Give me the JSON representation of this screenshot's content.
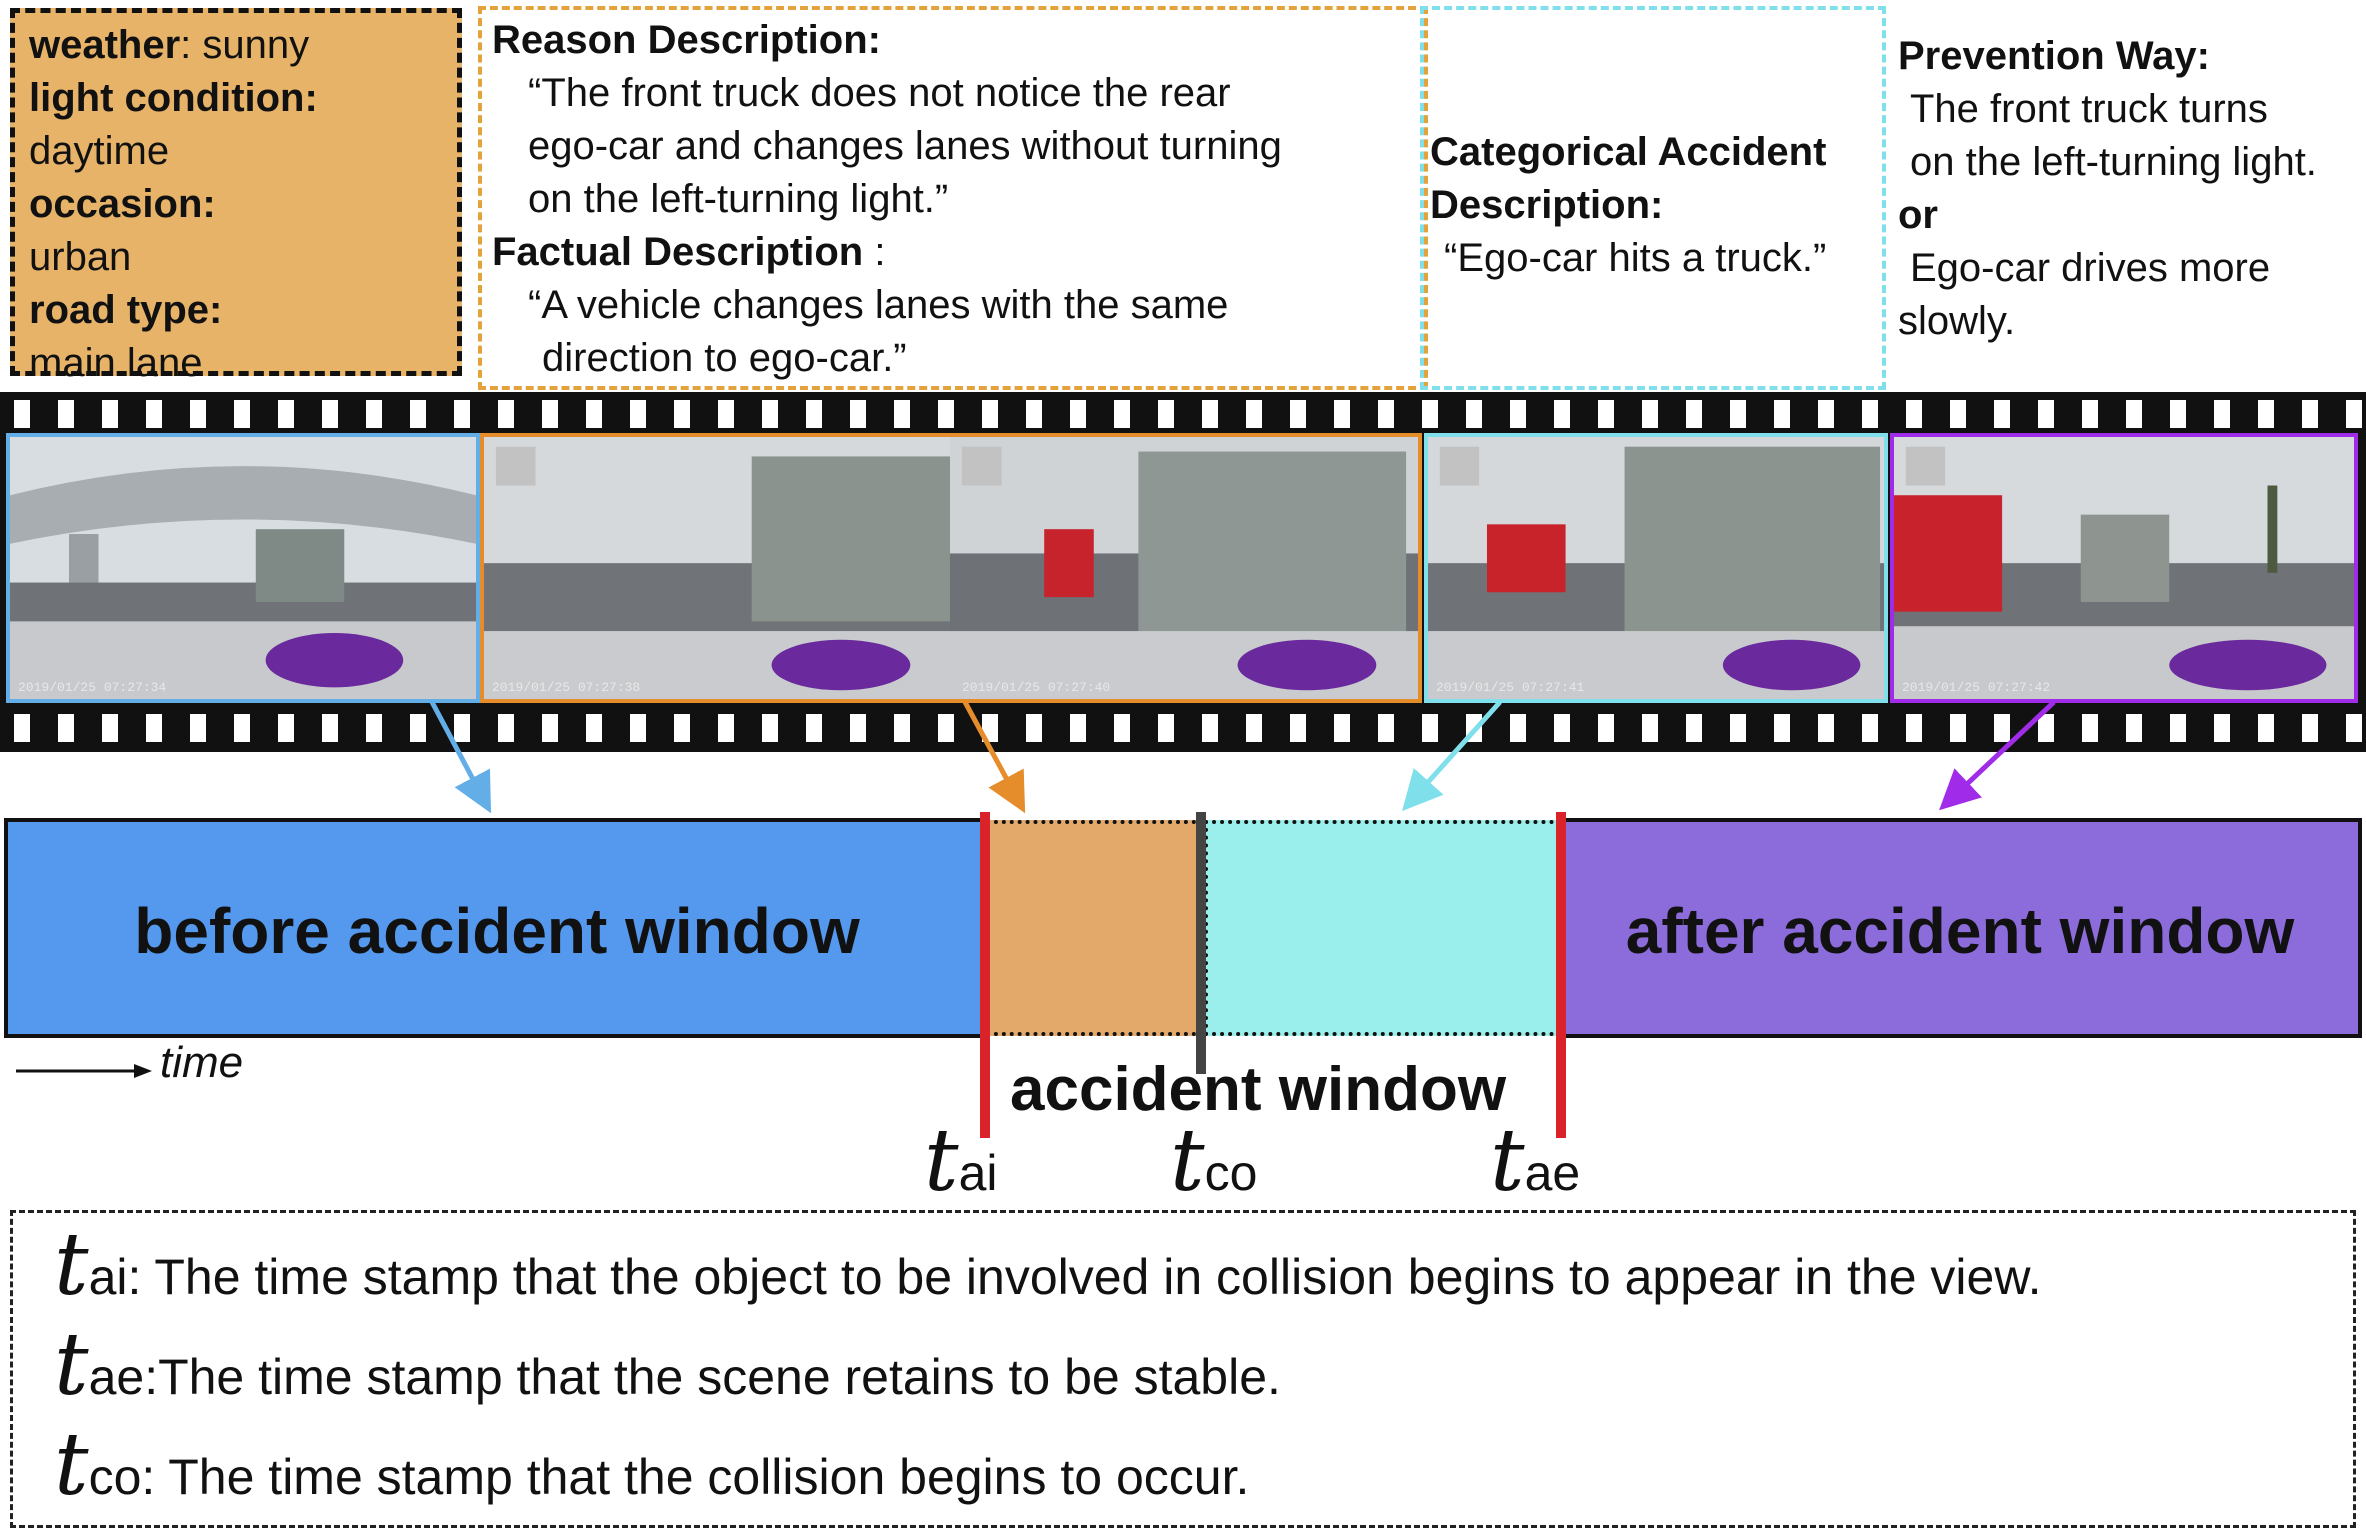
{
  "environment": {
    "weather_key": "weather",
    "weather_val": ": sunny",
    "light_key": "light condition:",
    "light_val": "daytime",
    "occasion_key": "occasion:",
    "occasion_val": "urban",
    "road_key": "road type:",
    "road_val": "main lane"
  },
  "reason": {
    "heading": "Reason Description:",
    "text_lines": [
      "“The front truck does not notice the rear",
      "ego-car and changes lanes without turning",
      "on the left-turning light.”"
    ],
    "factual_heading": "Factual Description",
    "factual_colon": ":",
    "factual_lines": [
      "“A vehicle changes lanes with the same",
      "direction to ego-car.”"
    ]
  },
  "categorical": {
    "heading_1": "Categorical Accident",
    "heading_2": "Description:",
    "text": "“Ego-car hits a truck.”"
  },
  "prevention": {
    "heading": "Prevention Way:",
    "line1": "The front truck turns",
    "line2": "on the left-turning light.",
    "or": "or",
    "line3": "Ego-car drives more",
    "line4": "slowly."
  },
  "frames": [
    {
      "timestamp": "2019/01/25  07:27:34"
    },
    {
      "timestamp": "2019/01/25  07:27:38"
    },
    {
      "timestamp": "2019/01/25  07:27:40"
    },
    {
      "timestamp": "2019/01/25  07:27:41"
    },
    {
      "timestamp": "2019/01/25  07:27:42"
    }
  ],
  "timeline": {
    "before_label": "before accident window",
    "after_label": "after accident window",
    "accident_label": "accident window",
    "time_label": "time",
    "t": "t",
    "t_ai": "ai",
    "t_co": "co",
    "t_ae": "ae"
  },
  "legend": {
    "ai_sub": "ai",
    "ai_text": ": The time stamp that the object to be involved in collision begins to appear in the view.",
    "ae_sub": "ae",
    "ae_text": ":The time stamp that the scene retains to be stable.",
    "co_sub": "co",
    "co_text": ": The time stamp that the collision begins to occur."
  },
  "colors": {
    "before": "#5599EE",
    "ai_to_co": "#E2A96A",
    "co_to_ae": "#9AEEEB",
    "after": "#8C6CDB",
    "marker_red": "#D9222A",
    "marker_gray": "#444444",
    "frame_blue": "#64AEE8",
    "frame_orange": "#E58C2B",
    "frame_cyan": "#7FE0EC",
    "frame_purple": "#A02BE8"
  }
}
